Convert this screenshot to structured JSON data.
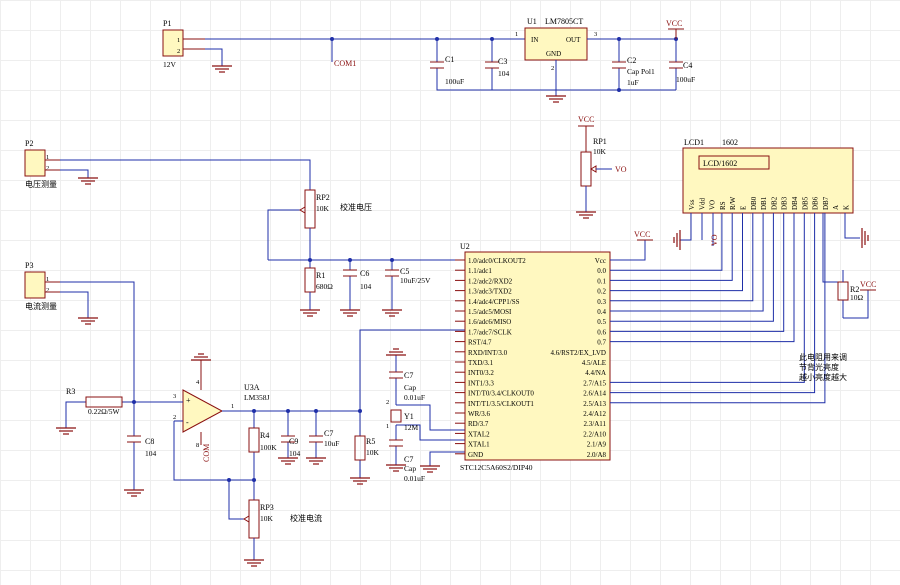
{
  "colors": {
    "wire": "#1f2fa8",
    "part": "#8a1010",
    "body_fill": "#fff8c0",
    "grid": "#eeeeee"
  },
  "power": {
    "p1_ref": "P1",
    "p1_value": "12V",
    "u1_ref": "U1",
    "u1_value": "LM7805CT",
    "u1_in": "IN",
    "u1_out": "OUT",
    "u1_gnd": "GND",
    "u1_pin1": "1",
    "u1_pin2": "2",
    "u1_pin3": "3",
    "com_net": "COM1",
    "vcc": "VCC",
    "c1_ref": "C1",
    "c1_value": "100uF",
    "c3_ref": "C3",
    "c3_value": "104",
    "c2_ref": "C2",
    "c2_name": "Cap Pol1",
    "c2_value": "1uF",
    "c4_ref": "C4",
    "c4_value": "100uF"
  },
  "connectors": {
    "p2_ref": "P2",
    "p2_label": "电压测量",
    "p3_ref": "P3",
    "p3_label": "电流测量",
    "pin1": "1",
    "pin2": "2"
  },
  "voltage_section": {
    "rp2_ref": "RP2",
    "rp2_value": "10K",
    "rp2_note": "校准电压",
    "r1_ref": "R1",
    "r1_value": "680Ω",
    "c6_ref": "C6",
    "c6_value": "104",
    "c5_ref": "C5",
    "c5_value": "10uF/25V"
  },
  "current_section": {
    "r3_ref": "R3",
    "r3_value": "0.22Ω/5W",
    "c8_ref": "C8",
    "c8_value": "104",
    "u3_ref": "U3A",
    "u3_value": "LM358J",
    "pin3": "3",
    "pin2": "2",
    "pin1": "1",
    "pin4": "4",
    "pin8": "8",
    "com": "COM",
    "r4_ref": "R4",
    "r4_value": "100K",
    "c9_ref": "C9",
    "c9_value": "104",
    "c7_ref": "C7",
    "c7_value": "10uF",
    "r5_ref": "R5",
    "r5_value": "10K",
    "rp3_ref": "RP3",
    "rp3_value": "10K",
    "rp3_note": "校准电流"
  },
  "crystal": {
    "c7_ref": "C7",
    "cap_top": "Cap",
    "cap_top_value": "0.01uF",
    "y1_ref": "Y1",
    "y1_value": "12M",
    "cap_bot_ref": "C7",
    "cap_bot": "Cap",
    "cap_bot_value": "0.01uF",
    "pin1": "1",
    "pin2": "2"
  },
  "contrast": {
    "rp1_ref": "RP1",
    "rp1_value": "10K",
    "vo_net": "VO",
    "vcc": "VCC"
  },
  "lcd": {
    "ref": "LCD1",
    "model": "1602",
    "inner_label": "LCD/1602",
    "pins": [
      "Vss",
      "Vdd",
      "VO",
      "RS",
      "R/W",
      "E",
      "DB0",
      "DB1",
      "DB2",
      "DB3",
      "DB4",
      "DB5",
      "DB6",
      "DB7",
      "A",
      "K"
    ],
    "r2_ref": "R2",
    "r2_value": "10Ω",
    "vcc": "VCC",
    "vo_net": "VO",
    "note_lines": [
      "此电阻用来调",
      "节背光亮度",
      "越小亮度越大"
    ]
  },
  "mcu": {
    "ref": "U2",
    "part": "STC12C5A60S2/DIP40",
    "vcc": "VCC",
    "left_pins": [
      "1.0/adc0/CLKOUT2",
      "1.1/adc1",
      "1.2/adc2/RXD2",
      "1.3/adc3/TXD2",
      "1.4/adc4/CPP1/SS",
      "1.5/adc5/MOSI",
      "1.6/adc6/MISO",
      "1.7/adc7/SCLK",
      "RST/4.7",
      "RXD/INT/3.0",
      "TXD/3.1",
      "INT0/3.2",
      "INT1/3.3",
      "INT/T0/3.4/CLKOUT0",
      "INT/T1/3.5/CLKOUT1",
      "WR/3.6",
      "RD/3.7",
      "XTAL2",
      "XTAL1",
      "GND"
    ],
    "right_pins": [
      "Vcc",
      "0.0",
      "0.1",
      "0.2",
      "0.3",
      "0.4",
      "0.5",
      "0.6",
      "0.7",
      "4.6/RST2/EX_LVD",
      "4.5/ALE",
      "4.4/NA",
      "2.7/A15",
      "2.6/A14",
      "2.5/A13",
      "2.4/A12",
      "2.3/A11",
      "2.2/A10",
      "2.1/A9",
      "2.0/A8"
    ]
  }
}
